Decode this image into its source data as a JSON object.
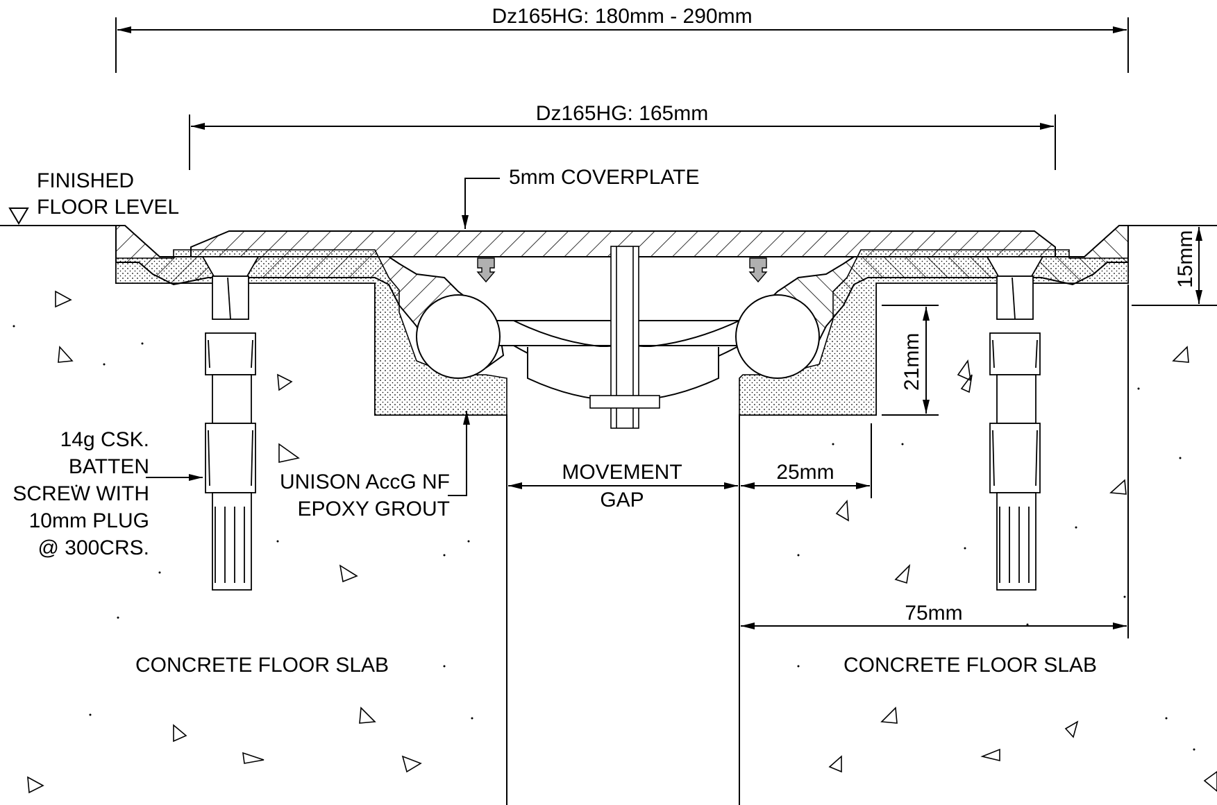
{
  "dimensions": {
    "overall_width": "Dz165HG: 180mm - 290mm",
    "plate_width": "Dz165HG: 165mm",
    "depth_15": "15mm",
    "depth_21": "21mm",
    "edge_25": "25mm",
    "edge_75": "75mm"
  },
  "labels": {
    "finished_floor_line1": "FINISHED",
    "finished_floor_line2": "FLOOR LEVEL",
    "coverplate": "5mm COVERPLATE",
    "screw_line1": "14g CSK.",
    "screw_line2": "BATTEN",
    "screw_line3": "SCREW WITH",
    "screw_line4": "10mm PLUG",
    "screw_line5": "@ 300CRS.",
    "grout_line1": "UNISON AccG NF",
    "grout_line2": "EPOXY GROUT",
    "movement_line1": "MOVEMENT",
    "movement_line2": "GAP",
    "slab_left": "CONCRETE FLOOR SLAB",
    "slab_right": "CONCRETE FLOOR SLAB"
  }
}
